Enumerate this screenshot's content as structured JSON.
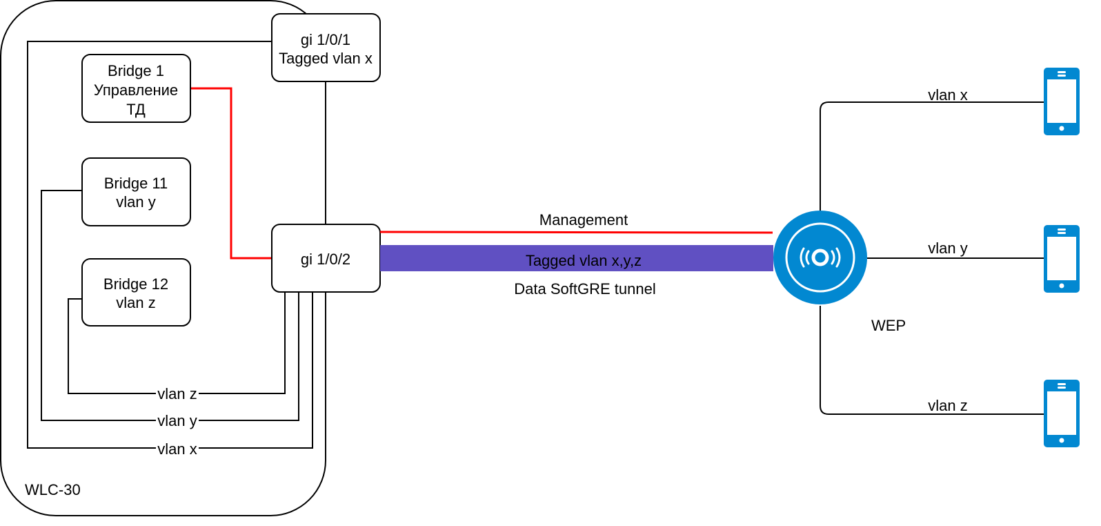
{
  "diagram": {
    "controller": {
      "label": "WLC-30",
      "ports": {
        "gi101": {
          "line1": "gi 1/0/1",
          "line2": "Tagged vlan x"
        },
        "gi102": {
          "line1": "gi 1/0/2"
        }
      },
      "bridges": [
        {
          "line1": "Bridge 1",
          "line2": "Управление",
          "line3": "ТД"
        },
        {
          "line1": "Bridge 11",
          "line2": "vlan y"
        },
        {
          "line1": "Bridge 12",
          "line2": "vlan z"
        }
      ],
      "internal_links": [
        {
          "label": "vlan z"
        },
        {
          "label": "vlan y"
        },
        {
          "label": "vlan x"
        }
      ]
    },
    "tunnel": {
      "management_label": "Management",
      "tagged_label": "Tagged vlan x,y,z",
      "data_label": "Data SoftGRE tunnel"
    },
    "access_point": {
      "label": "WEP",
      "icon": "wireless-access-point-icon"
    },
    "clients": [
      {
        "vlan_label": "vlan x",
        "icon": "smartphone-icon"
      },
      {
        "vlan_label": "vlan y",
        "icon": "smartphone-icon"
      },
      {
        "vlan_label": "vlan z",
        "icon": "smartphone-icon"
      }
    ],
    "colors": {
      "management": "#ff0000",
      "tunnel": "#6050c2",
      "device_blue": "#0288d1",
      "line": "#000000"
    }
  }
}
